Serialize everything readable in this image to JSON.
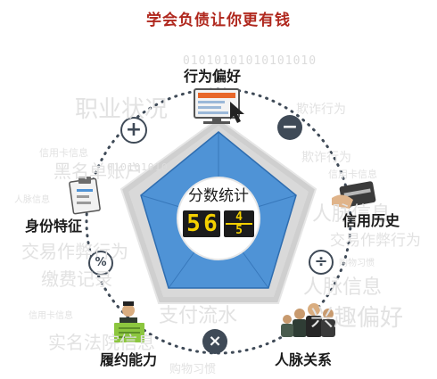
{
  "title": "学会负债让你更有钱",
  "center": {
    "label": "分数统计",
    "digits": [
      "5",
      "6"
    ],
    "fraction": [
      "4",
      "5"
    ]
  },
  "nodes": {
    "behavior": "行为偏好",
    "credit_history": "信用历史",
    "connections": "人脉关系",
    "fulfillment": "履约能力",
    "identity": "身份特征"
  },
  "operators": {
    "plus": "+",
    "minus": "−",
    "divide": "÷",
    "multiply": "×",
    "percent": "%"
  },
  "background": {
    "bits_top": "01010101010101010",
    "bits_mid": "010101010",
    "career": "职业状况",
    "fraud_1": "欺诈行为",
    "fraud_2": "欺诈行为",
    "blacklist": "黑名单账户",
    "credit_card_1": "信用卡信息",
    "credit_card_2": "信用卡信息",
    "credit_card_3": "信用卡信息",
    "people_info": "人脉信息",
    "people_info_2": "人脉信息",
    "trade_cheat": "交易作弊行为",
    "bill_pay": "缴费记录",
    "realname": "实名法院信息",
    "payment_flow": "支付流水",
    "shopping_1": "购物习惯",
    "shopping_2": "购物习惯",
    "interest": "兴趣偏好",
    "trade_cheat_2": "交易作弊行为",
    "relations_r": "人脉信息"
  },
  "colors": {
    "title": "#b0281e",
    "pentagon_outer": "#d8d8d8",
    "pentagon_fill": "#4f93d6",
    "orbit": "#3f4a57",
    "badge": "#3f4a57",
    "display_bg": "#1c1c1c",
    "display_digit": "#f4d000"
  },
  "icons": [
    "monitor-icon",
    "id-card-icon",
    "credit-card-icon",
    "people-group-icon",
    "person-contract-icon"
  ]
}
